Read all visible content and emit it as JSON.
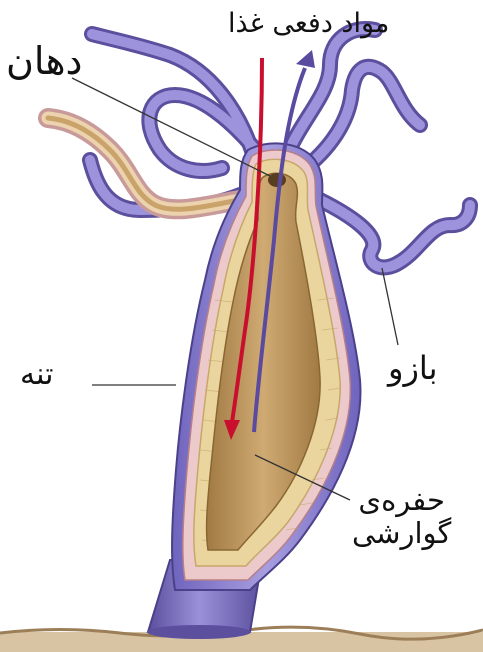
{
  "labels": {
    "waste_and_food": "مواد دفعی غذا",
    "mouth": "دهان",
    "body": "تنه",
    "arm": "بازو",
    "cavity_line1": "حفره‌ی",
    "cavity_line2": "گوارشی"
  },
  "colors": {
    "body_purple": "#8a80cf",
    "body_purple_dark": "#5b4f9e",
    "outer_layer": "#e9c7c9",
    "inner_tissue": "#e8d29e",
    "cavity": "#c9a36a",
    "cavity_dark": "#a07a42",
    "food_arrow": "#c8102e",
    "waste_arrow": "#5a4aa0",
    "ground": "#b79a72",
    "leader_line": "#333333"
  }
}
